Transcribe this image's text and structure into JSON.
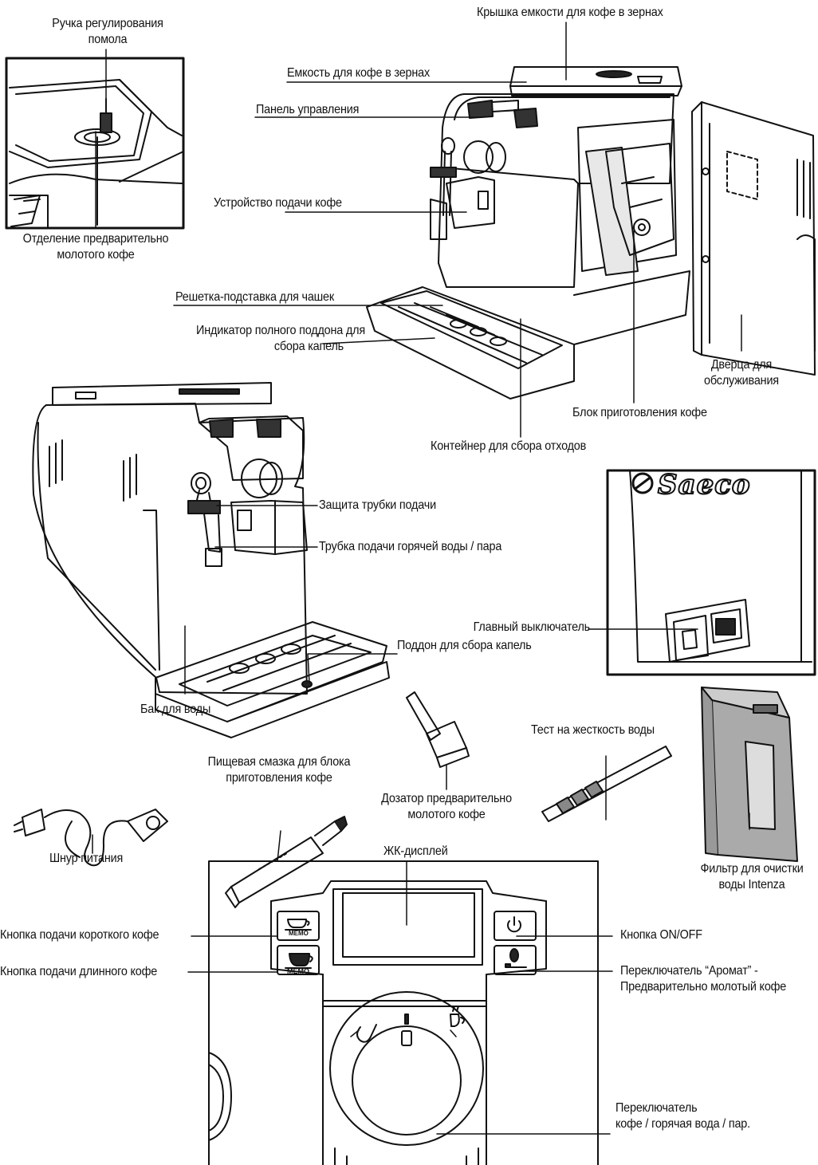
{
  "labels": {
    "grinder_knob": [
      "Ручка регулирования",
      "помола"
    ],
    "bean_lid": "Крышка емкости для кофе в зернах",
    "bean_container": "Емкость для кофе в зернах",
    "control_panel": "Панель управления",
    "dispenser": "Устройство подачи кофе",
    "pre_ground": [
      "Отделение предварительно",
      "молотого кофе"
    ],
    "cup_grille": "Решетка-подставка для чашек",
    "tray_indicator": [
      "Индикатор полного поддона для",
      "сбора капель"
    ],
    "service_door": [
      "Дверца для",
      "обслуживания"
    ],
    "brew_group": "Блок приготовления кофе",
    "waste_container": "Контейнер для сбора отходов",
    "wand_guard": "Защита трубки подачи",
    "wand": "Трубка подачи горячей воды / пара",
    "main_switch": "Главный выключатель",
    "drip_tray": "Поддон для сбора капель",
    "water_tank": "Бак для воды",
    "lubricant": [
      "Пищевая смазка для блока",
      "приготовления кофе"
    ],
    "water_test": "Тест на жесткость воды",
    "measuring_scoop": [
      "Дозатор предварительно",
      "молотого кофе"
    ],
    "power_cord": "Шнур питания",
    "water_filter": [
      "Фильтр для очистки",
      "воды Intenza"
    ],
    "lcd": "ЖК-дисплей",
    "short_coffee": "Кнопка подачи короткого кофе",
    "long_coffee": "Кнопка подачи длинного кофе",
    "on_off": "Кнопка ON/OFF",
    "aroma": [
      "Переключатель “Аромат” -",
      "Предварительно молотый кофе"
    ],
    "selector": [
      "Переключатель",
      "кофе / горячая вода / пар."
    ]
  },
  "logos": {
    "brand": "Saeco",
    "memo_top": "MEMO",
    "memo_bottom": "MEMO"
  }
}
